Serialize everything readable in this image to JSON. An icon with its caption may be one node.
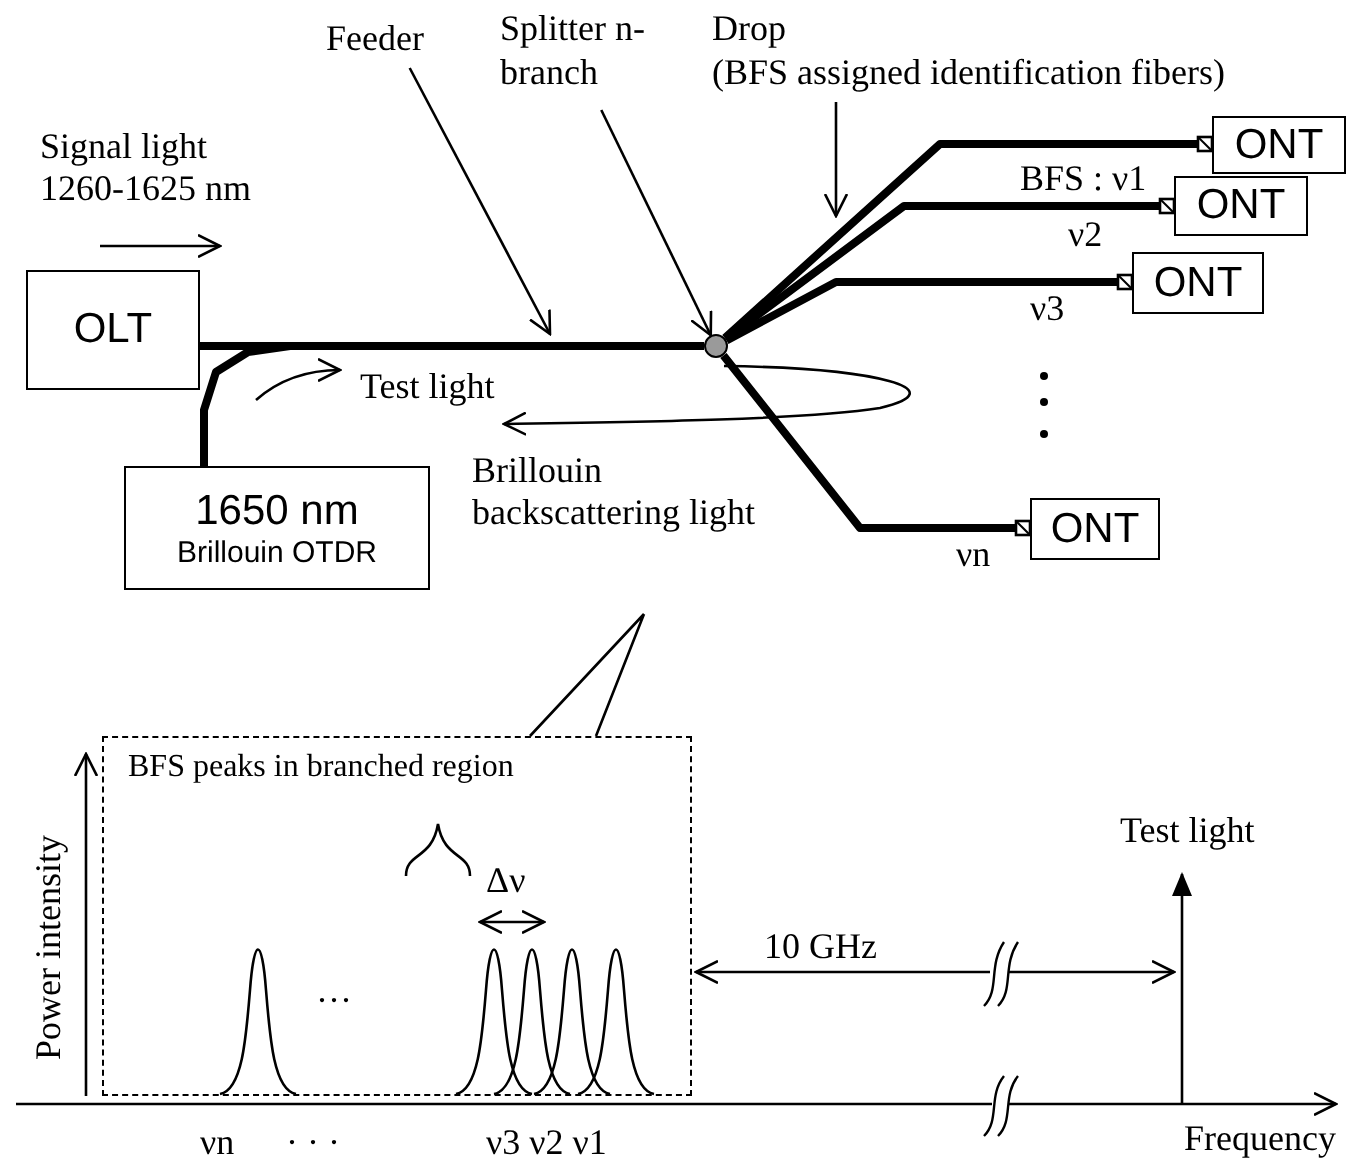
{
  "diagram": {
    "nodes": [
      {
        "text": [
          "OLT"
        ]
      },
      {
        "text": [
          "1650 nm",
          "Brillouin OTDR"
        ]
      },
      {
        "text": [],
        "shape": "circle"
      },
      {
        "text": [
          "ONT"
        ]
      },
      {
        "text": [
          "ONT"
        ]
      },
      {
        "text": [
          "ONT"
        ]
      },
      {
        "text": [
          "ONT"
        ]
      },
      {
        "text": [
          "BFS peaks in branched region"
        ]
      },
      {
        "text": [
          "Feeder"
        ]
      },
      {
        "text": [
          "Splitter n-branch"
        ]
      },
      {
        "text": [
          "Drop",
          "(BFS assigned identification fibers)"
        ]
      }
    ],
    "edges": [
      {
        "from": 0,
        "to": 2,
        "arrow": "none"
      },
      {
        "from": 1,
        "to": 0,
        "arrow": "none"
      },
      {
        "from": 2,
        "to": 3,
        "arrow": "other"
      },
      {
        "from": 2,
        "to": 4,
        "arrow": "other"
      },
      {
        "from": 2,
        "to": 5,
        "arrow": "other"
      },
      {
        "from": 2,
        "to": 6,
        "arrow": "other"
      },
      {
        "from": 8,
        "to": null,
        "arrow": "to"
      },
      {
        "from": 9,
        "to": 2,
        "arrow": "to"
      },
      {
        "from": 10,
        "to": null,
        "arrow": "to"
      },
      {
        "from": null,
        "to": 7,
        "arrow": "none"
      }
    ],
    "labels": [
      "Signal light 1260-1625 nm",
      "BFS : ν1",
      "ν2",
      "ν3",
      "Test light",
      "Brillouin backscattering light",
      "νn",
      "Power intensity",
      "Δν",
      "···",
      "10 GHz",
      "Test light",
      "Frequency",
      "νn",
      "· · ·",
      "ν3 ν2 ν1"
    ]
  }
}
